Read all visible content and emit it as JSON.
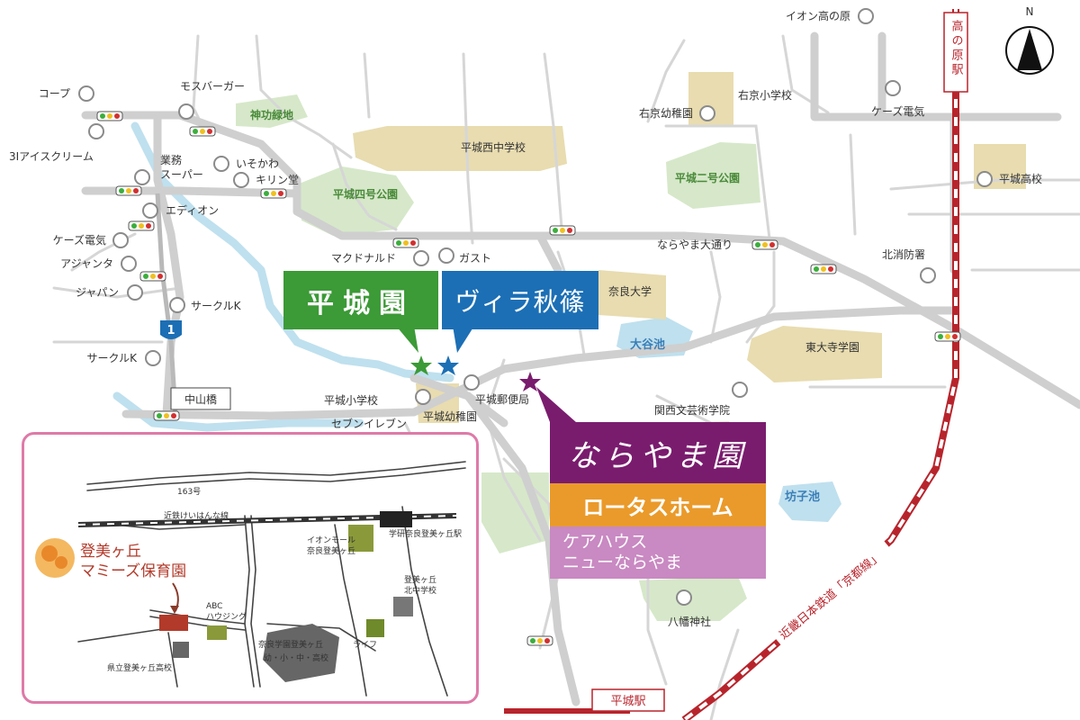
{
  "compass": {
    "north": "N"
  },
  "stations": {
    "takanohara": "高の原駅",
    "heijo": "平城駅"
  },
  "railway": {
    "name": "近畿日本鉄道「京都線」"
  },
  "route": {
    "number": "1"
  },
  "places": {
    "aeon_takanohara": "イオン高の原",
    "coop": "コープ",
    "mos": "モスバーガー",
    "jinko": "神功緑地",
    "ukyo_kinder": "右京幼稚園",
    "ukyo_elem": "右京小学校",
    "ks_top": "ケーズ電気",
    "heijo_nishi_jhs": "平城西中学校",
    "ice": "3Iアイスクリーム",
    "gyomu": "業務\nスーパー",
    "isokawa": "いそかわ",
    "kirindo": "キリン堂",
    "heijo2_park": "平城二号公園",
    "heijo_hs": "平城高校",
    "heijo4_park": "平城四号公園",
    "edion": "エディオン",
    "ks_left": "ケーズ電気",
    "narayama_st": "ならやま大通り",
    "fire": "北消防署",
    "ajanta": "アジャンタ",
    "mac": "マクドナルド",
    "gusto": "ガスト",
    "japan": "ジャパン",
    "nara_univ": "奈良大学",
    "circle_k1": "サークルK",
    "otani": "大谷池",
    "todaiji": "東大寺学園",
    "circle_k2": "サークルK",
    "nakayama": "中山橋",
    "heijo_elem": "平城小学校",
    "heijo_post": "平城郵便局",
    "kansai_art": "関西文芸術学院",
    "seven": "セブンイレブン",
    "heijo_kinder": "平城幼稚園",
    "bosu": "坊子池",
    "yawata": "八幡神社"
  },
  "facilities": {
    "heijoen": "平城園",
    "villa": "ヴィラ秋篠",
    "narayamaen": "ならやま園",
    "lotus": "ロータスホーム",
    "carehouse_1": "ケアハウス",
    "carehouse_2": "ニューならやま"
  },
  "inset": {
    "road_163": "163号",
    "kintetsu": "近鉄けいはんな線",
    "aeon_mall": "イオンモール\n奈良登美ヶ丘",
    "gakken_st": "学研奈良登美ヶ丘駅",
    "nursery_1": "登美ヶ丘",
    "nursery_2": "マミーズ保育園",
    "abc": "ABC\nハウジング",
    "kita_jhs": "登美ヶ丘\n北中学校",
    "gakuen": "奈良学園登美ヶ丘",
    "gakuen_sub": "幼・小・中・高校",
    "life": "ライフ",
    "kenritsu": "県立登美ヶ丘高校"
  },
  "colors": {
    "road": "#cfcfcf",
    "park": "#d6e8c9",
    "school": "#e8dcb0",
    "water": "#bfe0ee",
    "rail": "#b8242c"
  }
}
